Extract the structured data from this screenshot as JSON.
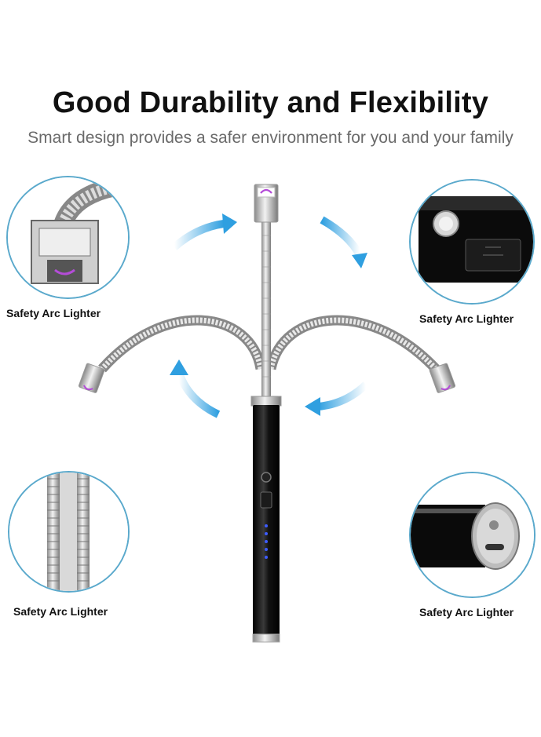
{
  "header": {
    "title": "Good Durability and Flexibility",
    "subtitle": "Smart design provides a safer environment for you and your family"
  },
  "captions": {
    "top_left": "Safety Arc Lighter",
    "top_right": "Safety Arc Lighter",
    "bottom_left": "Safety Arc Lighter",
    "bottom_right": "Safety Arc Lighter"
  },
  "colors": {
    "circle_border": "#5aa9cc",
    "arrow": "#2f9fe0",
    "arc": "#b44cd8",
    "body": "#111111"
  }
}
